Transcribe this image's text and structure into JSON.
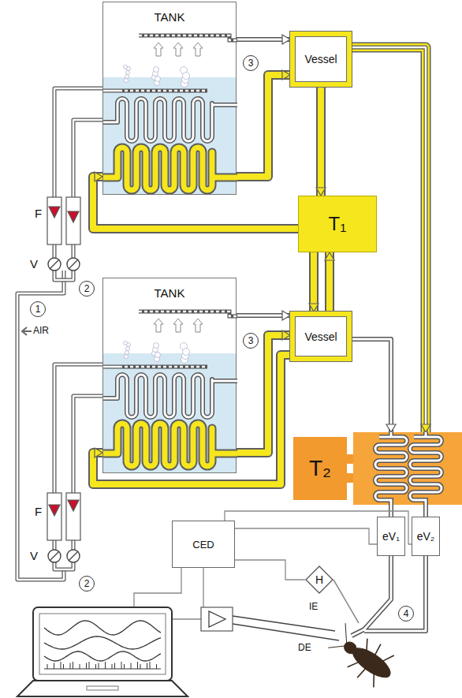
{
  "diagram": {
    "nodes": [
      {
        "text": [
          "TANK"
        ]
      },
      {
        "text": [
          "Vessel"
        ]
      },
      {
        "text": [
          "T₁"
        ]
      },
      {
        "text": [
          "TANK"
        ]
      },
      {
        "text": [
          "Vessel"
        ]
      },
      {
        "text": [
          "T₂"
        ]
      },
      {
        "text": [
          "CED"
        ]
      },
      {
        "text": [
          "eV₁"
        ]
      },
      {
        "text": [
          "eV₂"
        ]
      },
      {
        "text": [
          "H"
        ]
      }
    ],
    "edges": [
      {
        "from": 0,
        "to": 1,
        "arrow": "to"
      },
      {
        "from": 0,
        "to": 1,
        "arrow": "to"
      },
      {
        "from": 1,
        "to": 2,
        "arrow": "to"
      },
      {
        "from": 2,
        "to": 0,
        "arrow": "to"
      },
      {
        "from": 2,
        "to": 4,
        "arrow": "to"
      },
      {
        "from": 4,
        "to": 2,
        "arrow": "to"
      },
      {
        "from": 3,
        "to": 4,
        "arrow": "to"
      },
      {
        "from": 3,
        "to": 4,
        "arrow": "to"
      },
      {
        "from": 4,
        "to": 3,
        "arrow": "to"
      },
      {
        "from": 1,
        "to": 5,
        "arrow": "to"
      },
      {
        "from": 4,
        "to": 5,
        "arrow": "to"
      },
      {
        "from": 5,
        "to": 7,
        "arrow": "none"
      },
      {
        "from": 5,
        "to": 8,
        "arrow": "none"
      },
      {
        "from": 6,
        "to": 7,
        "arrow": "none"
      },
      {
        "from": 6,
        "to": 8,
        "arrow": "none"
      },
      {
        "from": 6,
        "to": 9,
        "arrow": "none"
      }
    ],
    "labels": [
      "F",
      "V",
      "F",
      "V",
      "AIR",
      "1",
      "2",
      "2",
      "3",
      "3",
      "4",
      "IE",
      "DE"
    ]
  }
}
